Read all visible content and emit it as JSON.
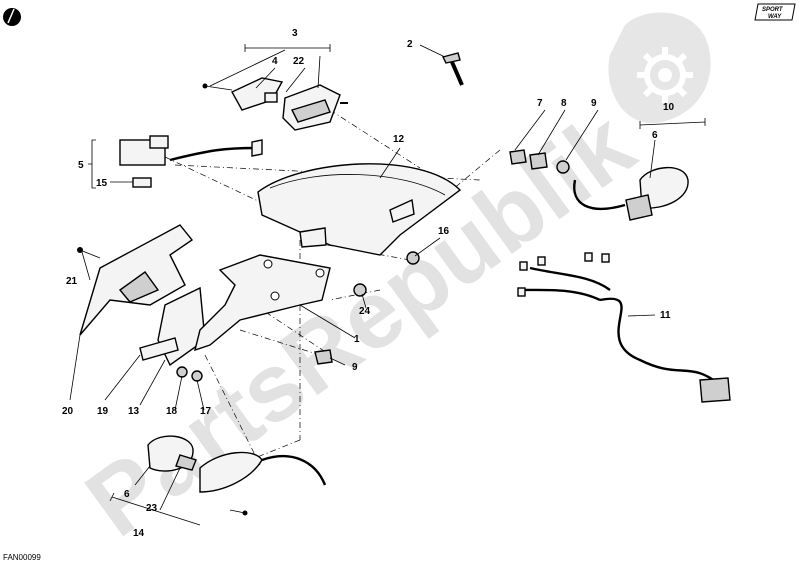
{
  "figure_code": "FAN00099",
  "watermark": "PartsRepublik",
  "brand_logo": {
    "line1": "SPORT",
    "line2": "WAY"
  },
  "callouts": [
    "1",
    "2",
    "3",
    "4",
    "5",
    "6",
    "6",
    "7",
    "8",
    "9",
    "9",
    "10",
    "11",
    "12",
    "13",
    "14",
    "15",
    "16",
    "17",
    "18",
    "19",
    "20",
    "21",
    "22",
    "23",
    "24"
  ],
  "colors": {
    "ink": "#000000",
    "paper": "#ffffff",
    "watermark": "#d9d9d9"
  }
}
